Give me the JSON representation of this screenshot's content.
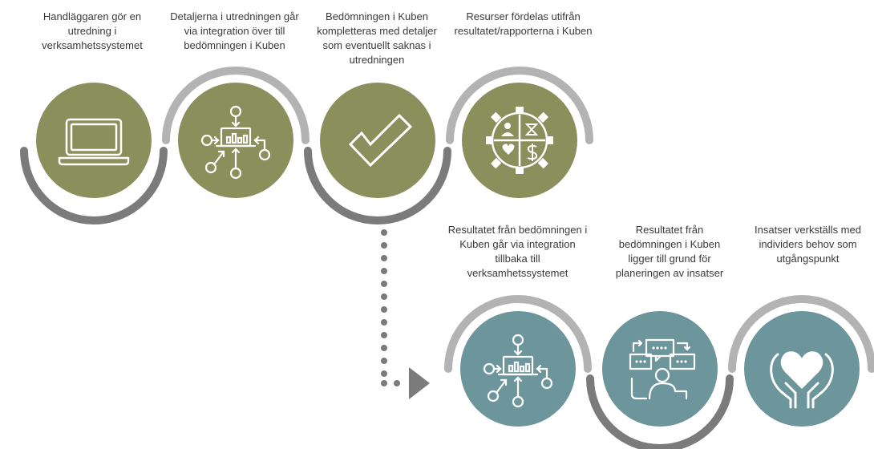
{
  "colors": {
    "olive": "#8a8f5b",
    "teal": "#6d959c",
    "ring_light": "#b3b3b3",
    "ring_dark": "#7b7b7b",
    "dots": "#7b7b7b",
    "icon": "#ffffff"
  },
  "steps": [
    {
      "label": "Handläggaren gör en utredning i verksamhetssystemet",
      "icon": "laptop-icon"
    },
    {
      "label": "Detaljerna i utredningen går via integration över till bedömningen i Kuben",
      "icon": "integration-icon"
    },
    {
      "label": "Bedömningen i Kuben kompletteras med detaljer som eventuellt saknas i utredningen",
      "icon": "checkmark-icon"
    },
    {
      "label": "Resurser fördelas utifrån resultatet/rapporterna i Kuben",
      "icon": "resource-gear-icon"
    },
    {
      "label": "Resultatet från bedömningen i Kuben går via integration tillbaka till verksamhetssystemet",
      "icon": "integration-icon"
    },
    {
      "label": "Resultatet från bedömningen i Kuben ligger till grund för planeringen av insatser",
      "icon": "planning-icon"
    },
    {
      "label": "Insatser verkställs med individers behov som utgångspunkt",
      "icon": "heart-hands-icon"
    }
  ]
}
